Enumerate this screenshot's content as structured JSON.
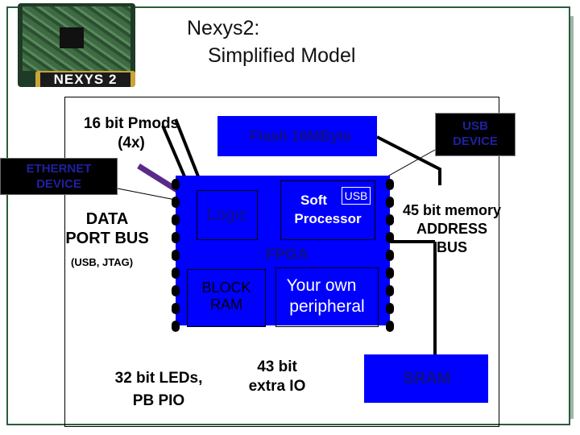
{
  "title": {
    "line1": "Nexys2:",
    "line2": "Simplified Model"
  },
  "logo": {
    "text": "NEXYS 2"
  },
  "blocks": {
    "flash": "Flash 16MByte",
    "usb_device": {
      "line1": "USB",
      "line2": "DEVICE"
    },
    "ethernet_device": {
      "line1": "ETHERNET",
      "line2": "DEVICE"
    },
    "logic": "Logic",
    "soft_processor": {
      "line1": "Soft",
      "line2": "Processor"
    },
    "usb_mini": "USB",
    "fpga": "FPGA",
    "block_ram": {
      "line1": "BLOCK",
      "line2": "RAM"
    },
    "peripheral": {
      "line1": "Your own",
      "line2": "peripheral"
    },
    "sram": "SRAM"
  },
  "labels": {
    "pmods": {
      "line1": "16 bit Pmods",
      "line2": "(4x)"
    },
    "data_port": {
      "line1": "DATA",
      "line2": "PORT BUS",
      "line3": "(USB, JTAG)"
    },
    "address_bus": {
      "line1": "45 bit memory",
      "line2": "ADDRESS",
      "line3": "BUS"
    },
    "leds": {
      "line1": "32 bit LEDs,",
      "line2": "PB PIO"
    },
    "extra_io": {
      "line1": "43 bit",
      "line2": "extra IO"
    }
  },
  "colors": {
    "block_blue": "#0000ff",
    "label_dark": "#101080",
    "frame": "#2b5c3d",
    "pmod_purple": "#5a2a8a"
  }
}
